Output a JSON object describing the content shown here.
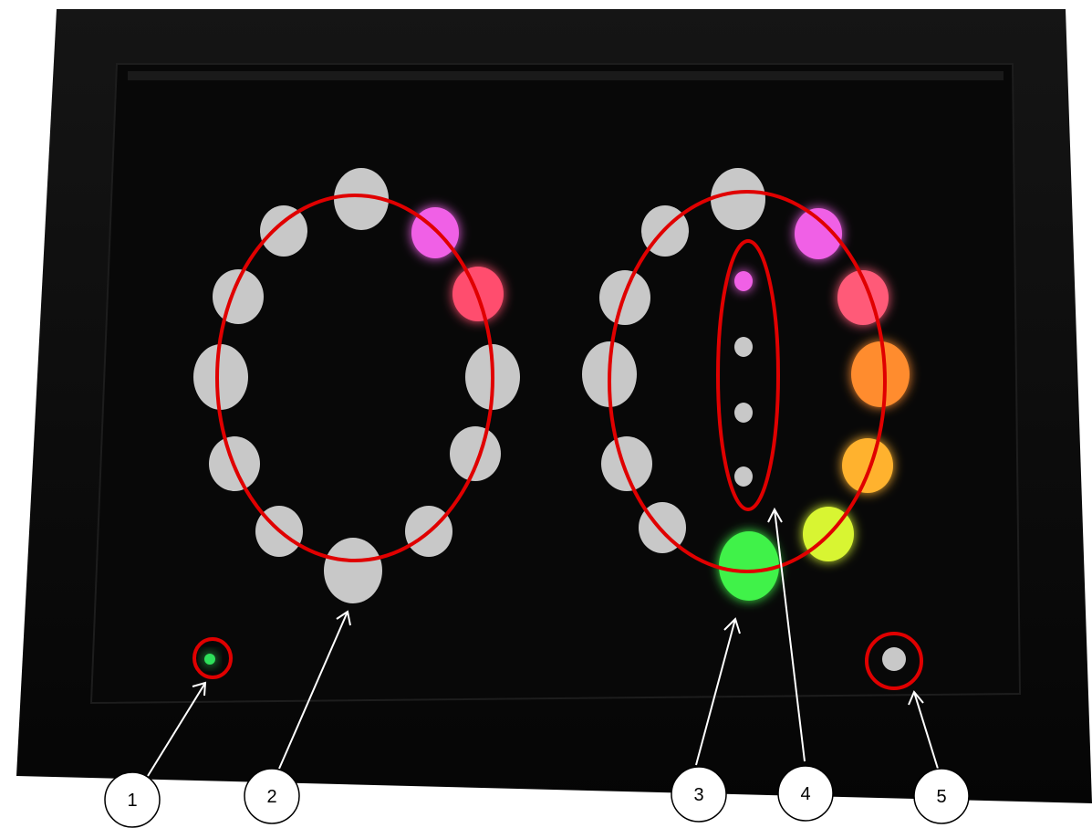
{
  "device": {
    "frame_color": "#0a0a0a",
    "panel_color": "#080808",
    "left_ring": {
      "led_colors": [
        "#c8c8c8",
        "#f060e6",
        "#ff4d6e",
        "#c8c8c8",
        "#c8c8c8",
        "#c8c8c8",
        "#c8c8c8",
        "#c8c8c8",
        "#c8c8c8",
        "#c8c8c8",
        "#c8c8c8",
        "#c8c8c8"
      ]
    },
    "right_ring": {
      "led_colors": [
        "#c8c8c8",
        "#f060e6",
        "#ff5a78",
        "#ff8c2e",
        "#ffb22e",
        "#d8f530",
        "#3ff24a",
        "#c8c8c8",
        "#c8c8c8",
        "#c8c8c8",
        "#c8c8c8",
        "#c8c8c8"
      ]
    },
    "center_column": {
      "led_colors": [
        "#f060e6",
        "#c8c8c8",
        "#c8c8c8",
        "#c8c8c8"
      ]
    },
    "status_led_left": {
      "color": "#2ee05a"
    },
    "status_led_right": {
      "color": "#c8c8c8"
    }
  },
  "annotations": {
    "highlight_color": "#e00000",
    "callouts": [
      {
        "label": "1"
      },
      {
        "label": "2"
      },
      {
        "label": "3"
      },
      {
        "label": "4"
      },
      {
        "label": "5"
      }
    ]
  }
}
